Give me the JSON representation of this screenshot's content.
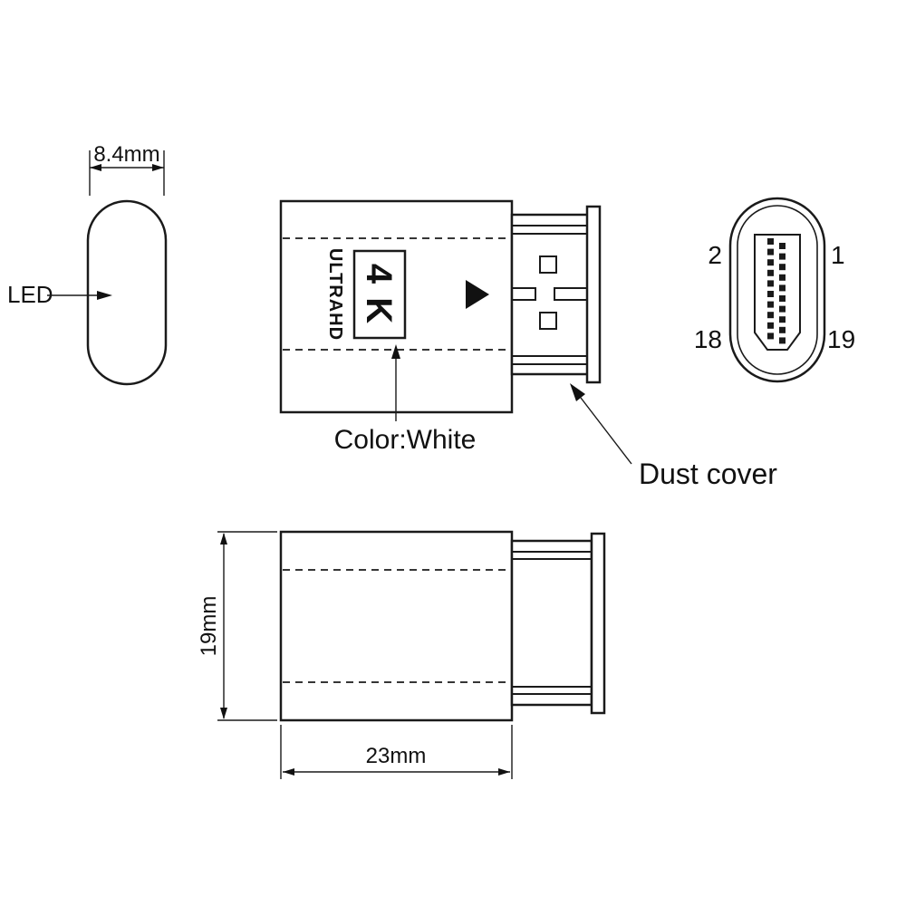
{
  "labels": {
    "led_width": "8.4mm",
    "led": "LED",
    "ultrahd": "ULTRAHD",
    "four_k": "4 K",
    "color_white": "Color:White",
    "dust_cover": "Dust cover",
    "pin_top_left": "2",
    "pin_top_right": "1",
    "pin_bottom_left": "18",
    "pin_bottom_right": "19",
    "body_height": "19mm",
    "body_length": "23mm"
  },
  "colors": {
    "line": "#1a1a1a",
    "text": "#111111",
    "background": "#ffffff",
    "fill_black": "#000000"
  }
}
